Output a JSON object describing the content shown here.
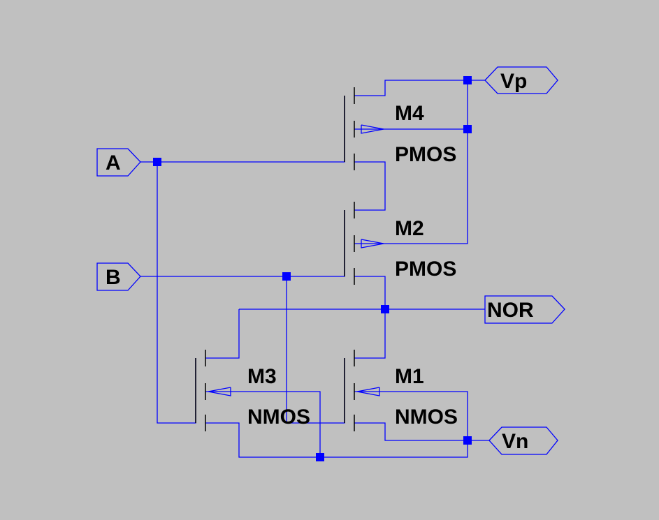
{
  "colors": {
    "background": "#c0c0c0",
    "wire": "#0000ff",
    "device": "#000000",
    "text": "#000000"
  },
  "ports": {
    "vp": "Vp",
    "a": "A",
    "b": "B",
    "nor": "NOR",
    "vn": "Vn"
  },
  "transistors": {
    "m4": {
      "name": "M4",
      "type": "PMOS"
    },
    "m2": {
      "name": "M2",
      "type": "PMOS"
    },
    "m3": {
      "name": "M3",
      "type": "NMOS"
    },
    "m1": {
      "name": "M1",
      "type": "NMOS"
    }
  }
}
